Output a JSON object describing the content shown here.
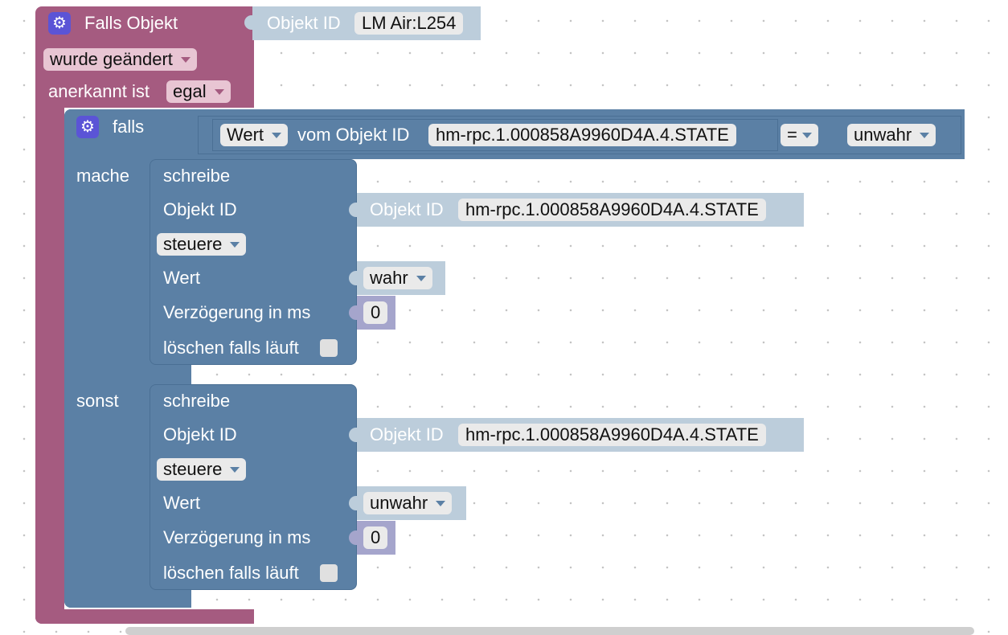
{
  "trigger": {
    "title": "Falls Objekt",
    "objekt_id_label": "Objekt ID",
    "objekt_id_value": "LM Air:L254",
    "event": "wurde geändert",
    "ack_label": "anerkannt ist",
    "ack_value": "egal"
  },
  "if_block": {
    "falls_label": "falls",
    "mache_label": "mache",
    "sonst_label": "sonst",
    "condition": {
      "attribute": "Wert",
      "vom_label": "vom Objekt ID",
      "object_id": "hm-rpc.1.000858A9960D4A.4.STATE",
      "operator": "=",
      "value": "unwahr"
    }
  },
  "write_blocks": [
    {
      "title": "schreibe",
      "objekt_id_label": "Objekt ID",
      "objekt_id_inline": "Objekt ID",
      "objekt_id_value": "hm-rpc.1.000858A9960D4A.4.STATE",
      "mode": "steuere",
      "wert_label": "Wert",
      "wert_value": "wahr",
      "delay_label": "Verzögerung in ms",
      "delay_value": "0",
      "clear_label": "löschen falls läuft"
    },
    {
      "title": "schreibe",
      "objekt_id_label": "Objekt ID",
      "objekt_id_inline": "Objekt ID",
      "objekt_id_value": "hm-rpc.1.000858A9960D4A.4.STATE",
      "mode": "steuere",
      "wert_label": "Wert",
      "wert_value": "unwahr",
      "delay_label": "Verzögerung in ms",
      "delay_value": "0",
      "clear_label": "löschen falls läuft"
    }
  ],
  "colors": {
    "trigger_block": "#a55b80",
    "logic_block": "#5b80a5",
    "value_block": "#bccddb",
    "number_block": "#a5a5cc",
    "gear": "#5b54d6"
  },
  "icons": {
    "mutator": "gear-icon"
  }
}
